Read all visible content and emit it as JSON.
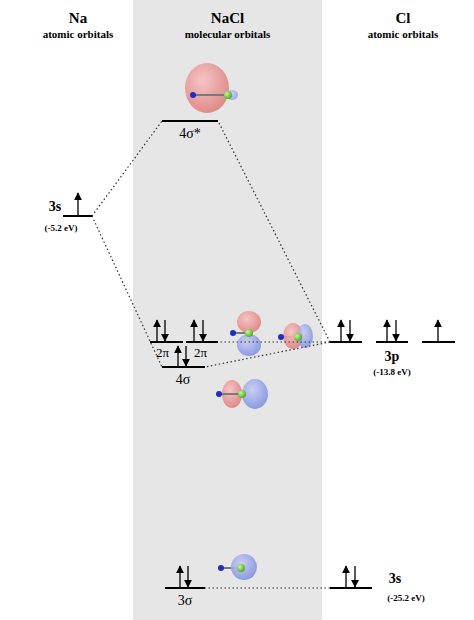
{
  "diagram": {
    "nodes": [
      {
        "text": [
          "NaCl",
          "molecular orbitals"
        ]
      },
      {
        "text": [
          "4σ*"
        ],
        "in": 0
      },
      {
        "text": [
          "3s",
          "(-5.2 eV)"
        ]
      },
      {
        "text": [
          "2π"
        ],
        "in": 0
      },
      {
        "text": [
          "2π"
        ],
        "in": 0
      },
      {
        "text": [
          "3p",
          "(-13.8 eV)"
        ]
      },
      {
        "text": [
          "4σ"
        ],
        "in": 0
      },
      {
        "text": [
          "3σ"
        ],
        "in": 0
      },
      {
        "text": [
          "3s",
          "(-25.2 eV)"
        ]
      }
    ],
    "edges": [
      {
        "from": 2,
        "to": 1,
        "arrow": "none"
      },
      {
        "from": 2,
        "to": 6,
        "arrow": "none"
      },
      {
        "from": 5,
        "to": 1,
        "arrow": "none"
      },
      {
        "from": 5,
        "to": 4,
        "arrow": "none"
      },
      {
        "from": 5,
        "to": 6,
        "arrow": "none"
      },
      {
        "from": 8,
        "to": 7,
        "arrow": "none"
      }
    ],
    "labels": [
      "Na",
      "atomic orbitals",
      "Cl",
      "atomic orbitals"
    ]
  }
}
